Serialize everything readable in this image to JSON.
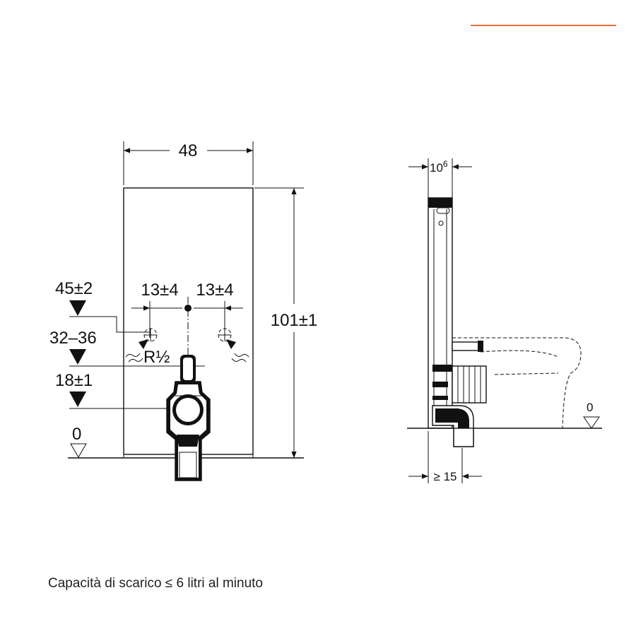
{
  "colors": {
    "accent": "#e8703a",
    "ink": "#111111",
    "background": "#ffffff"
  },
  "front": {
    "width": "48",
    "height": "101±1",
    "level_45": "45±2",
    "level_32": "32–36",
    "level_18": "18±1",
    "level_0": "0",
    "offset_left": "13±4",
    "offset_right": "13±4",
    "thread": "R½"
  },
  "side": {
    "depth_base": "10",
    "depth_exp": "6",
    "level_0": "0",
    "min_gap": "≥ 15"
  },
  "caption": "Capacità di scarico ≤ 6 litri al minuto"
}
